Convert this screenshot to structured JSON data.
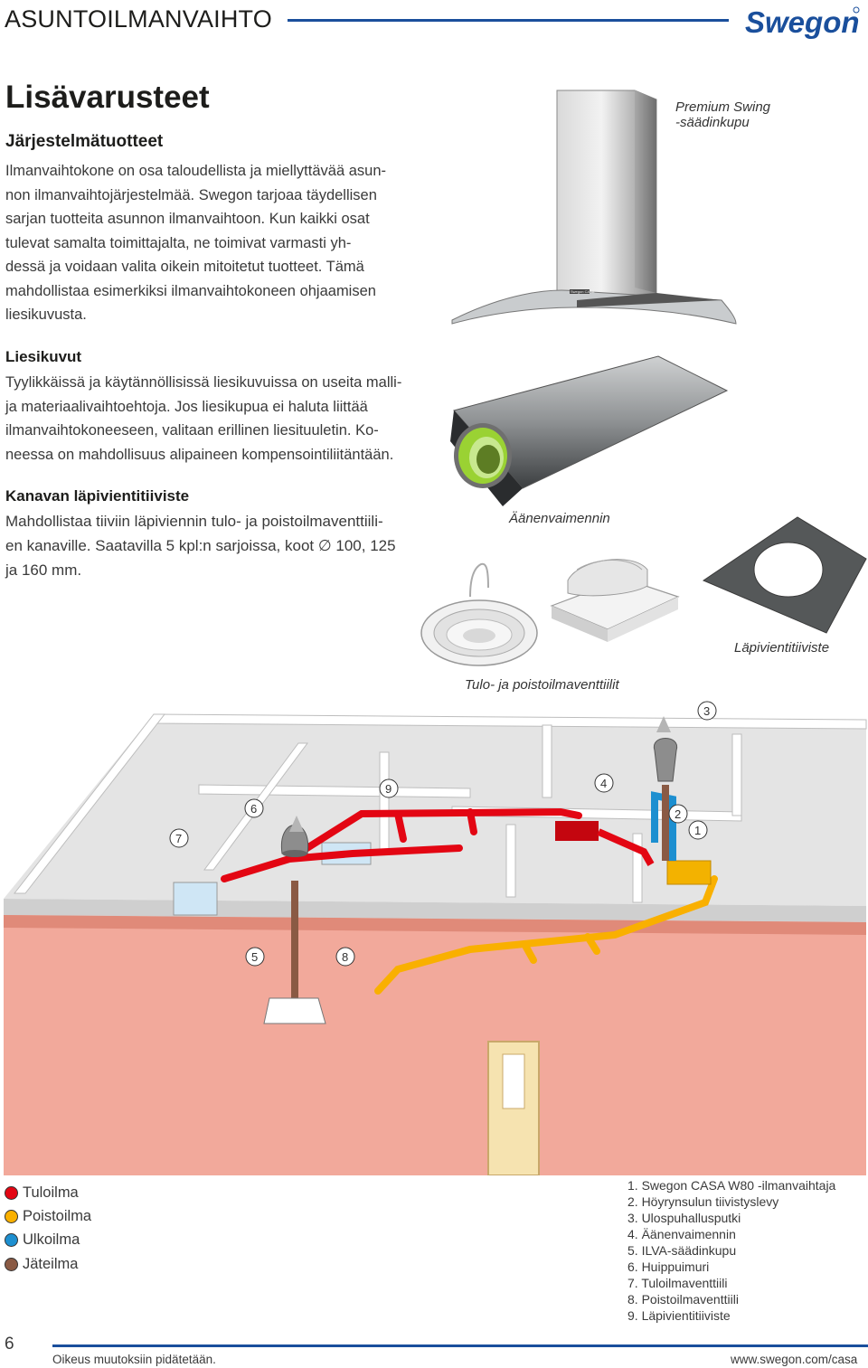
{
  "header": {
    "title": "ASUNTOILMANVAIHTO",
    "logo_text": "Swegon",
    "accent_color": "#1a4f9c"
  },
  "page_heading": "Lisävarusteet",
  "sections": [
    {
      "title": "Järjestelmätuotteet",
      "lines": [
        "Ilmanvaihtokone on osa taloudellista ja miellyttävää asun-",
        "non ilmanvaihtojärjestelmää. Swegon tarjoaa täydellisen",
        "sarjan tuotteita asunnon ilmanvaihtoon. Kun kaikki osat",
        "tulevat samalta toimittajalta, ne toimivat varmasti yh-",
        "dessä ja voidaan valita oikein mitoitetut tuotteet. Tämä",
        "mahdollistaa esimerkiksi ilmanvaihtokoneen ohjaamisen",
        "liesikuvusta."
      ]
    },
    {
      "title": "Liesikuvut",
      "lines": [
        "Tyylikkäissä ja käytännöllisissä liesikuvuissa on useita malli-",
        "ja materiaalivaihtoehtoja. Jos liesikupua ei haluta liittää",
        "ilmanvaihtokoneeseen, valitaan erillinen liesituuletin. Ko-",
        "neessa on mahdollisuus alipaineen kompensointiliitäntään."
      ]
    },
    {
      "title": "Kanavan läpivientitiiviste",
      "lines": [
        "Mahdollistaa tiiviin läpiviennin tulo- ja poistoilmaventtiili-",
        "en kanaville. Saatavilla 5 kpl:n sarjoissa, koot ∅ 100, 125",
        "ja 160 mm."
      ]
    }
  ],
  "captions": {
    "hood": [
      "Premium Swing",
      "-säädinkupu"
    ],
    "silencer": "Äänenvaimennin",
    "gasket": "Läpivientitiiviste",
    "valves": "Tulo- ja poistoilmaventtiilit"
  },
  "hood_badge": "Swegon CASA",
  "callouts": [
    "1",
    "2",
    "3",
    "4",
    "5",
    "6",
    "7",
    "8",
    "9"
  ],
  "legend": [
    {
      "label": "Tuloilma",
      "color": "#e30613"
    },
    {
      "label": "Poistoilma",
      "color": "#f9b000"
    },
    {
      "label": "Ulkoilma",
      "color": "#1d8fd0"
    },
    {
      "label": "Jäteilma",
      "color": "#8a5a44"
    }
  ],
  "parts_list": [
    "1. Swegon CASA W80 -ilmanvaihtaja",
    "2. Höyrynsulun tiivistyslevy",
    "3. Ulospuhallusputki",
    "4. Äänenvaimennin",
    "5. ILVA-säädinkupu",
    "6. Huippuimuri",
    "7. Tuloilmaventtiili",
    "8. Poistoilmaventtiili",
    "9. Läpivientitiiviste"
  ],
  "footer": {
    "page_number": "6",
    "left": "Oikeus muutoksiin pidätetään.",
    "right": "www.swegon.com/casa"
  }
}
